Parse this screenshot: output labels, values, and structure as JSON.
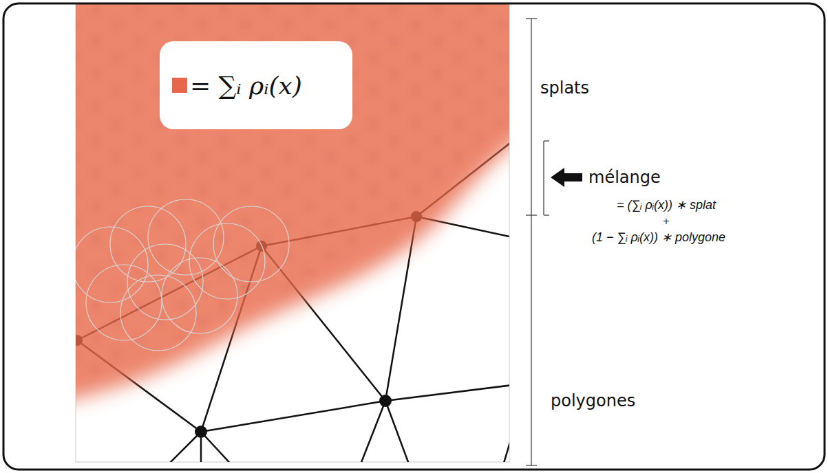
{
  "diagram": {
    "labels": [
      "splats",
      "mélange",
      "= (∑ᵢ ρᵢ(x)) ∗ splat",
      "+",
      "(1 − ∑ᵢ ρᵢ(x)) ∗ polygone",
      "polygones"
    ],
    "legend": [
      {
        "text": "= ∑ᵢ ρᵢ(x)",
        "color": "#e8674a"
      }
    ]
  }
}
